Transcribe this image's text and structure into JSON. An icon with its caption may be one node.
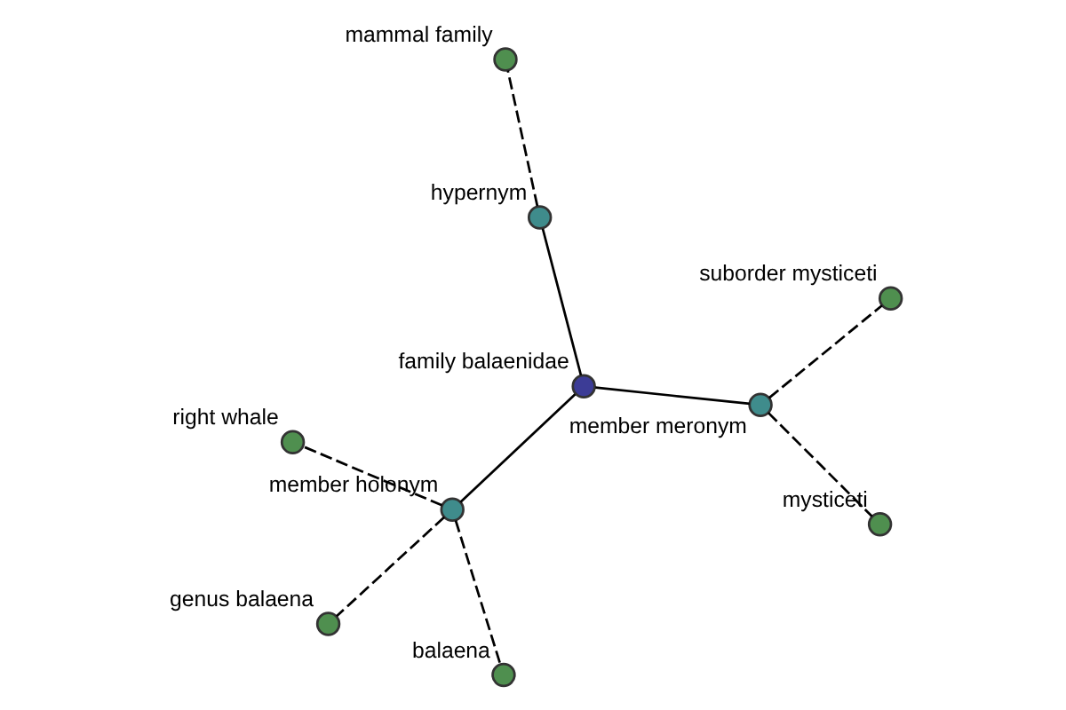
{
  "diagram": {
    "nodes": [
      {
        "text": [
          "family balaenidae"
        ]
      },
      {
        "text": [
          "hypernym"
        ]
      },
      {
        "text": [
          "member holonym"
        ]
      },
      {
        "text": [
          "member meronym"
        ]
      },
      {
        "text": [
          "mammal family"
        ]
      },
      {
        "text": [
          "right whale"
        ]
      },
      {
        "text": [
          "genus balaena"
        ]
      },
      {
        "text": [
          "balaena"
        ]
      },
      {
        "text": [
          "mysticeti"
        ]
      },
      {
        "text": [
          "suborder mysticeti"
        ]
      }
    ],
    "edges": [
      {
        "from": 0,
        "to": 1,
        "arrow": "none"
      },
      {
        "from": 0,
        "to": 2,
        "arrow": "none"
      },
      {
        "from": 0,
        "to": 3,
        "arrow": "none"
      },
      {
        "from": 1,
        "to": 4,
        "arrow": "none",
        "style": "dashed"
      },
      {
        "from": 2,
        "to": 5,
        "arrow": "none",
        "style": "dashed"
      },
      {
        "from": 2,
        "to": 6,
        "arrow": "none",
        "style": "dashed"
      },
      {
        "from": 2,
        "to": 7,
        "arrow": "none",
        "style": "dashed"
      },
      {
        "from": 3,
        "to": 8,
        "arrow": "none",
        "style": "dashed"
      },
      {
        "from": 3,
        "to": 9,
        "arrow": "none",
        "style": "dashed"
      }
    ]
  }
}
